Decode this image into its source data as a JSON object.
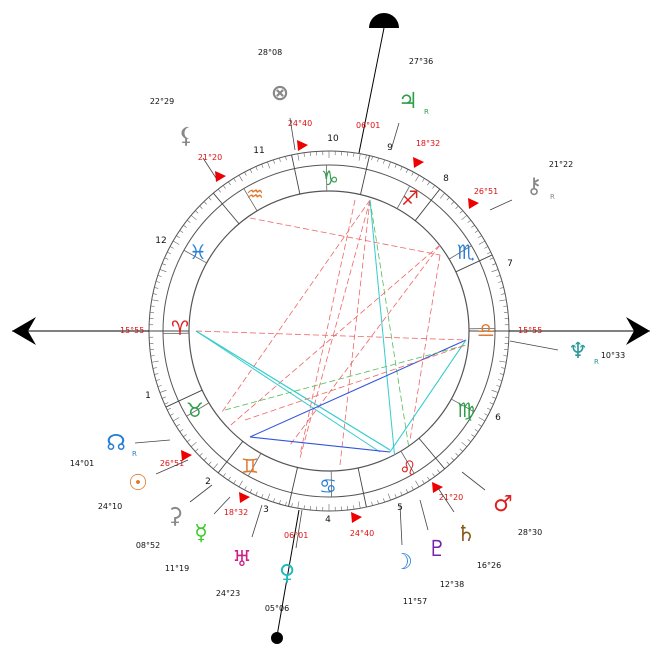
{
  "chart": {
    "axis_degrees": {
      "asc": "15°55",
      "dsc": "15°55",
      "mc": "06°01",
      "ic": "06°01"
    },
    "signs": [
      {
        "key": "aries",
        "glyph": "♈",
        "color": "#dd2222"
      },
      {
        "key": "taurus",
        "glyph": "♉",
        "color": "#2e9e4a"
      },
      {
        "key": "gemini",
        "glyph": "♊",
        "color": "#e07a30"
      },
      {
        "key": "cancer",
        "glyph": "♋",
        "color": "#2a7fd4"
      },
      {
        "key": "leo",
        "glyph": "♌",
        "color": "#dd2222"
      },
      {
        "key": "virgo",
        "glyph": "♍",
        "color": "#2e9e4a"
      },
      {
        "key": "libra",
        "glyph": "♎",
        "color": "#e07a30"
      },
      {
        "key": "scorpio",
        "glyph": "♏",
        "color": "#2a7fd4"
      },
      {
        "key": "sagittarius",
        "glyph": "♐",
        "color": "#dd2222"
      },
      {
        "key": "capricorn",
        "glyph": "♑",
        "color": "#2e9e4a"
      },
      {
        "key": "aquarius",
        "glyph": "♒",
        "color": "#e07a30"
      },
      {
        "key": "pisces",
        "glyph": "♓",
        "color": "#2a7fd4"
      }
    ],
    "houses": [
      "1",
      "2",
      "3",
      "4",
      "5",
      "6",
      "7",
      "8",
      "9",
      "10",
      "11",
      "12"
    ],
    "cusp_labels": [
      "26°51",
      "18°32",
      "24°40",
      "21°20",
      "26°51",
      "18°32",
      "24°40",
      "21°20"
    ],
    "planets": [
      {
        "key": "jupiter",
        "glyph": "♃",
        "color": "#2e9e4a",
        "degree": "27°36",
        "rx": "R"
      },
      {
        "key": "part-of-fortune",
        "glyph": "⊗",
        "color": "#888888",
        "degree": "28°08",
        "rx": ""
      },
      {
        "key": "lilith",
        "glyph": "⚸",
        "color": "#888888",
        "degree": "22°29",
        "rx": ""
      },
      {
        "key": "chiron",
        "glyph": "⚷",
        "color": "#888888",
        "degree": "21°22",
        "rx": "R"
      },
      {
        "key": "neptune",
        "glyph": "♆",
        "color": "#2a9a9a",
        "degree": "10°33",
        "rx": "R"
      },
      {
        "key": "mars",
        "glyph": "♂",
        "color": "#dd2222",
        "degree": "28°30",
        "rx": ""
      },
      {
        "key": "saturn",
        "glyph": "♄",
        "color": "#8a5a1a",
        "degree": "16°26",
        "rx": ""
      },
      {
        "key": "pluto",
        "glyph": "♇",
        "color": "#7722aa",
        "degree": "12°38",
        "rx": ""
      },
      {
        "key": "moon",
        "glyph": "☽",
        "color": "#2a7fd4",
        "degree": "11°57",
        "rx": ""
      },
      {
        "key": "venus",
        "glyph": "♀",
        "color": "#22bbbb",
        "degree": "05°06",
        "rx": ""
      },
      {
        "key": "uranus",
        "glyph": "♅",
        "color": "#cc2288",
        "degree": "24°23",
        "rx": ""
      },
      {
        "key": "mercury",
        "glyph": "☿",
        "color": "#33cc22",
        "degree": "11°19",
        "rx": ""
      },
      {
        "key": "ceres",
        "glyph": "⚳",
        "color": "#888888",
        "degree": "08°52",
        "rx": ""
      },
      {
        "key": "sun",
        "glyph": "☉",
        "color": "#e07a30",
        "degree": "24°10",
        "rx": ""
      },
      {
        "key": "north-node",
        "glyph": "☊",
        "color": "#2a7fd4",
        "degree": "14°01",
        "rx": "R"
      }
    ]
  }
}
